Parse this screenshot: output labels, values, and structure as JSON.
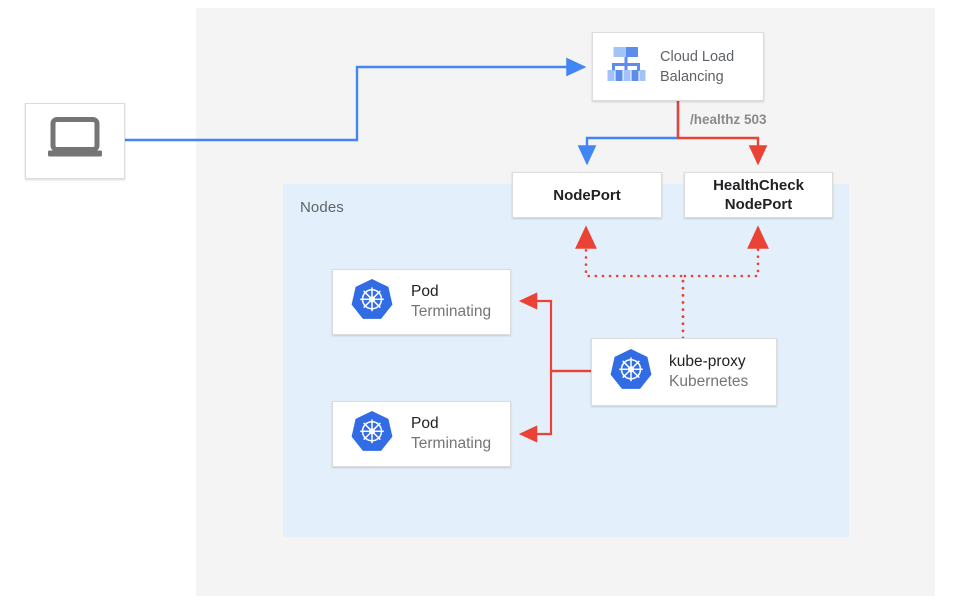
{
  "diagram": {
    "title": "Kubernetes external traffic policy health check flow",
    "colors": {
      "outer_panel_bg": "#f4f4f4",
      "nodes_panel_bg": "#e3f0fb",
      "card_bg": "#ffffff",
      "card_border": "#dcdcdc",
      "blue_arrow": "#4285f4",
      "red_arrow": "#ea4335",
      "red_dotted": "#ea4335",
      "kubernetes_blue": "#326ce5",
      "gcp_icon_blue": "#5b8def",
      "gcp_icon_blue_light": "#a3c2f7",
      "laptop_gray": "#757575",
      "muted_text": "#757575",
      "label_text": "#5f6368",
      "strong_text": "#202124"
    }
  },
  "outer_panel": {
    "name": "diagram-canvas"
  },
  "nodes_group": {
    "label": "Nodes"
  },
  "client": {
    "icon": "laptop-icon",
    "label": ""
  },
  "load_balancer": {
    "icon": "cloud-load-balancing-icon",
    "line1": "Cloud Load",
    "line2": "Balancing"
  },
  "ports": [
    {
      "id": "nodeport",
      "line1": "NodePort",
      "line2": ""
    },
    {
      "id": "healthcheck-nodeport",
      "line1": "HealthCheck",
      "line2": "NodePort"
    }
  ],
  "pods": [
    {
      "id": "pod-1",
      "icon": "kubernetes-icon",
      "title": "Pod",
      "status": "Terminating"
    },
    {
      "id": "pod-2",
      "icon": "kubernetes-icon",
      "title": "Pod",
      "status": "Terminating"
    }
  ],
  "kube_proxy": {
    "icon": "kubernetes-icon",
    "title": "kube-proxy",
    "subtitle": "Kubernetes"
  },
  "edges": {
    "healthz_label": "/healthz 503"
  }
}
